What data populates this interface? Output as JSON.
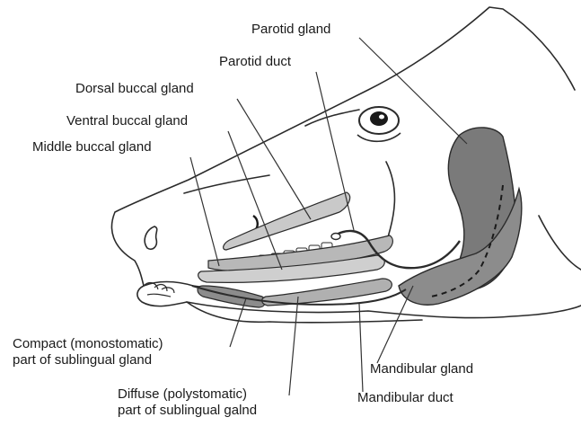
{
  "labels": {
    "parotid_gland": "Parotid gland",
    "parotid_duct": "Parotid duct",
    "dorsal_buccal_gland": "Dorsal buccal gland",
    "ventral_buccal_gland": "Ventral buccal gland",
    "middle_buccal_gland": "Middle buccal gland",
    "compact_sublingual": [
      "Compact (monostomatic)",
      "part of sublingual gland"
    ],
    "diffuse_sublingual": [
      "Diffuse (polystomatic)",
      "part of sublingual galnd"
    ],
    "mandibular_gland": "Mandibular gland",
    "mandibular_duct": "Mandibular duct"
  },
  "colors": {
    "outline": "#2b2b2b",
    "dark_gland": "#7a7a7a",
    "mid_gland": "#a6a6a6",
    "light_gland": "#c9c9c9",
    "leader_line": "#333333"
  }
}
